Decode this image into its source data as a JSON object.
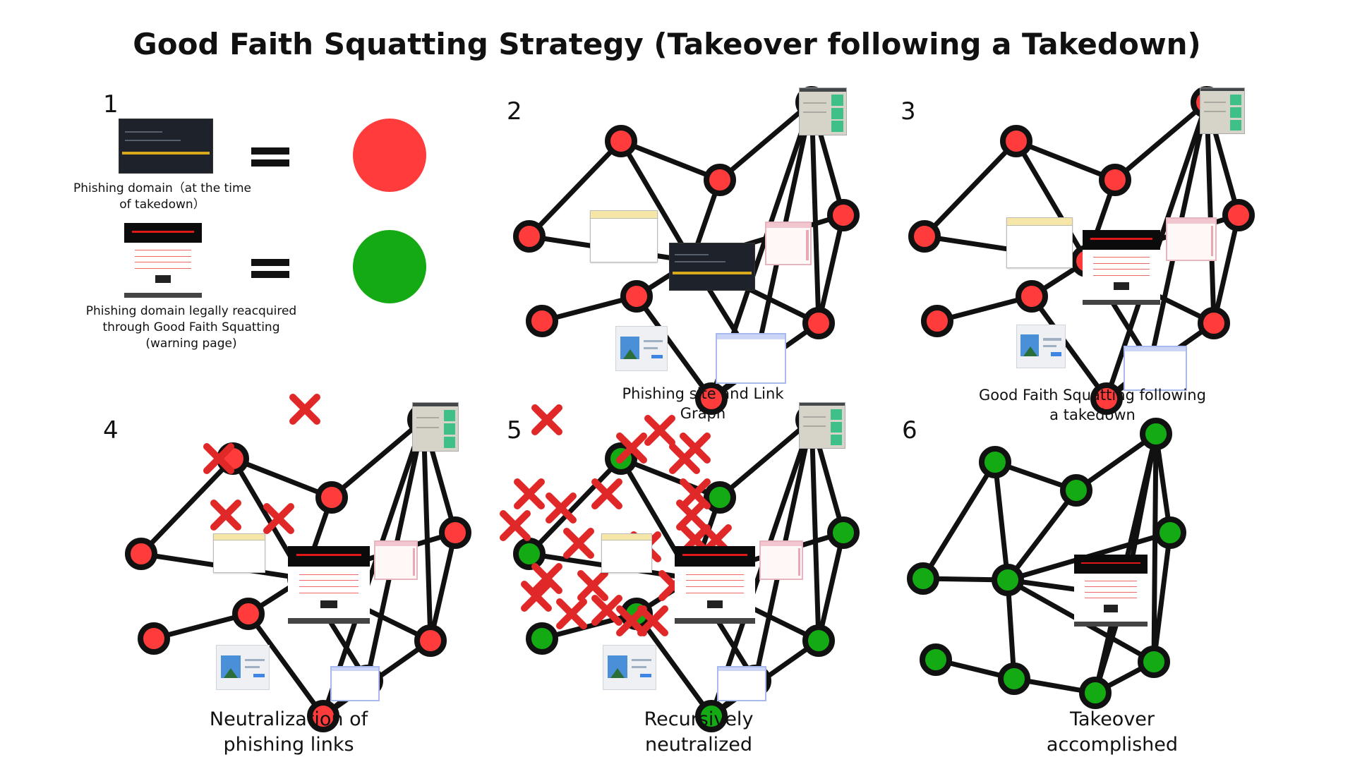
{
  "title": "Good Faith Squatting Strategy (Takeover following a Takedown)",
  "colors": {
    "red_node": "#ff3b3b",
    "green_node": "#14aa14",
    "edge": "#111111",
    "cross": "#e02828"
  },
  "panels": [
    {
      "number": "1",
      "caption": "",
      "legend": [
        {
          "label": "Phishing domain（at the time of takedown）",
          "status": "red"
        },
        {
          "label": "Phishing domain legally reacquired through Good Faith Squatting (warning page)",
          "status": "green"
        }
      ]
    },
    {
      "number": "2",
      "caption": "Phishing site and Link Graph"
    },
    {
      "number": "3",
      "caption": "Good Faith Squatting following a takedown"
    },
    {
      "number": "4",
      "caption": "Neutralization of phishing links"
    },
    {
      "number": "5",
      "caption": "Recursively neutralized"
    },
    {
      "number": "6",
      "caption": "Takeover accomplished"
    }
  ],
  "icons": [
    "phishing-page-thumbnail",
    "warning-page-thumbnail",
    "popup-window-icon",
    "pink-window-icon",
    "image-page-icon",
    "blue-window-icon",
    "document-page-icon",
    "red-cross-icon"
  ]
}
